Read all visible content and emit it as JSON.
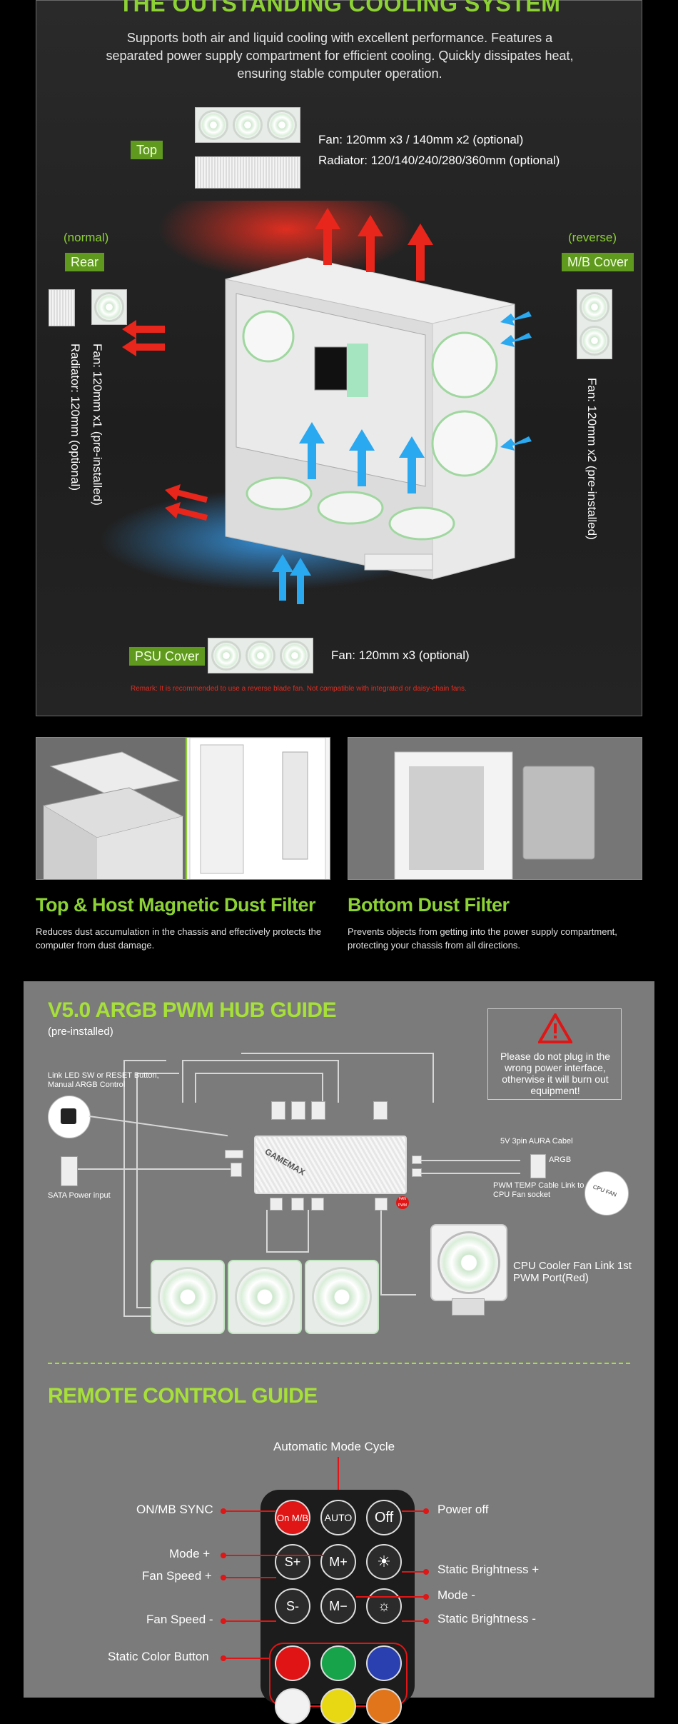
{
  "cooling": {
    "title": "THE OUTSTANDING COOLING SYSTEM",
    "description": "Supports both air and liquid cooling with excellent performance. Features a separated power supply compartment for efficient cooling. Quickly dissipates heat, ensuring stable computer operation.",
    "top": {
      "tag": "Top",
      "fan_spec": "Fan: 120mm x3 / 140mm x2 (optional)",
      "radiator_spec": "Radiator: 120/140/240/280/360mm (optional)"
    },
    "rear": {
      "mode": "(normal)",
      "tag": "Rear",
      "fan_spec": "Fan: 120mm x1 (pre-installed)",
      "radiator_spec": "Radiator: 120mm (optional)"
    },
    "mb_cover": {
      "mode": "(reverse)",
      "tag": "M/B Cover",
      "fan_spec": "Fan: 120mm x2 (pre-installed)"
    },
    "psu_cover": {
      "tag": "PSU Cover",
      "fan_spec": "Fan: 120mm x3 (optional)"
    },
    "remark": "Remark: It is recommended to use a reverse blade fan. Not compatible with integrated or daisy-chain fans.",
    "colors": {
      "accent_green": "#8dd234",
      "tag_green": "#5f9a1e",
      "hot_red": "#e8261b",
      "cool_blue": "#2aa8f0"
    }
  },
  "filters": [
    {
      "title": "Top & Host Magnetic Dust Filter",
      "description": "Reduces dust accumulation in the chassis and effectively protects the computer from dust damage."
    },
    {
      "title": "Bottom Dust Filter",
      "description": "Prevents objects from getting into the power supply compartment, protecting your chassis from all directions."
    }
  ],
  "hub": {
    "title": "V5.0 ARGB PWM HUB GUIDE",
    "subtitle": "(pre-installed)",
    "warning": "Please do not plug in the wrong power interface, otherwise it will burn out equipment!",
    "labels": {
      "link_led": "Link LED SW or RESET Button, Manual ARGB Control",
      "sata": "SATA Power input",
      "aura": "5V 3pin AURA Cabel",
      "argb": "ARGB",
      "pwm_temp": "PWM TEMP Cable Link to CPU Fan socket",
      "cpu_fan_badge": "CPU FAN",
      "cpu_cooler": "CPU Cooler Fan Link 1st PWM Port(Red)",
      "brand": "GAMEMAX",
      "fan_badge": "FAN PWM"
    }
  },
  "remote": {
    "title": "REMOTE CONTROL GUIDE",
    "labels": {
      "auto_cycle": "Automatic Mode Cycle",
      "on_mb": "ON/MB SYNC",
      "power_off": "Power off",
      "mode_plus": "Mode +",
      "fan_speed_plus": "Fan Speed +",
      "static_bright_plus": "Static Brightness +",
      "mode_minus": "Mode -",
      "fan_speed_minus": "Fan Speed -",
      "static_bright_minus": "Static Brightness -",
      "static_color": "Static Color Button"
    },
    "buttons": {
      "on": "On M/B",
      "auto": "AUTO",
      "off": "Off",
      "s_plus": "S+",
      "m_plus": "M+",
      "s_minus": "S-",
      "m_minus": "M−"
    },
    "color_buttons": [
      "#e01414",
      "#16a34a",
      "#2a3fb0",
      "#f2f2f2",
      "#e8d814",
      "#e0751c"
    ]
  }
}
